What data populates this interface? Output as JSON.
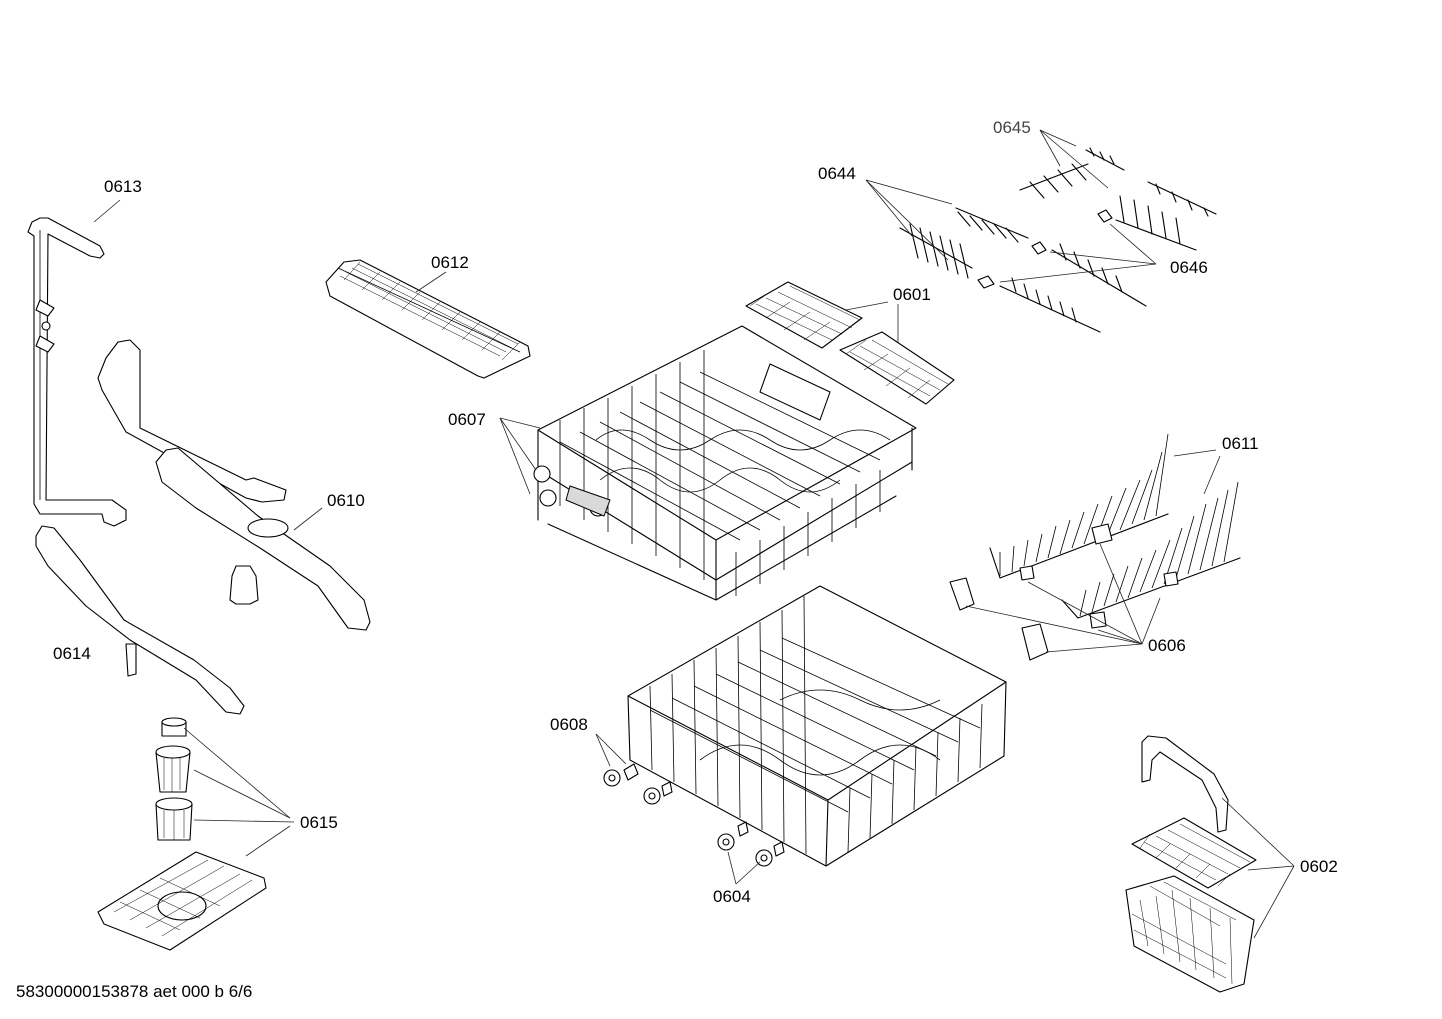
{
  "parts": [
    {
      "id": "0613"
    },
    {
      "id": "0612"
    },
    {
      "id": "0644"
    },
    {
      "id": "0645"
    },
    {
      "id": "0646"
    },
    {
      "id": "0601"
    },
    {
      "id": "0607"
    },
    {
      "id": "0610"
    },
    {
      "id": "0611"
    },
    {
      "id": "0614"
    },
    {
      "id": "0606"
    },
    {
      "id": "0608"
    },
    {
      "id": "0615"
    },
    {
      "id": "0604"
    },
    {
      "id": "0602"
    }
  ],
  "footer": "58300000153878 aet 000 b 6/6"
}
